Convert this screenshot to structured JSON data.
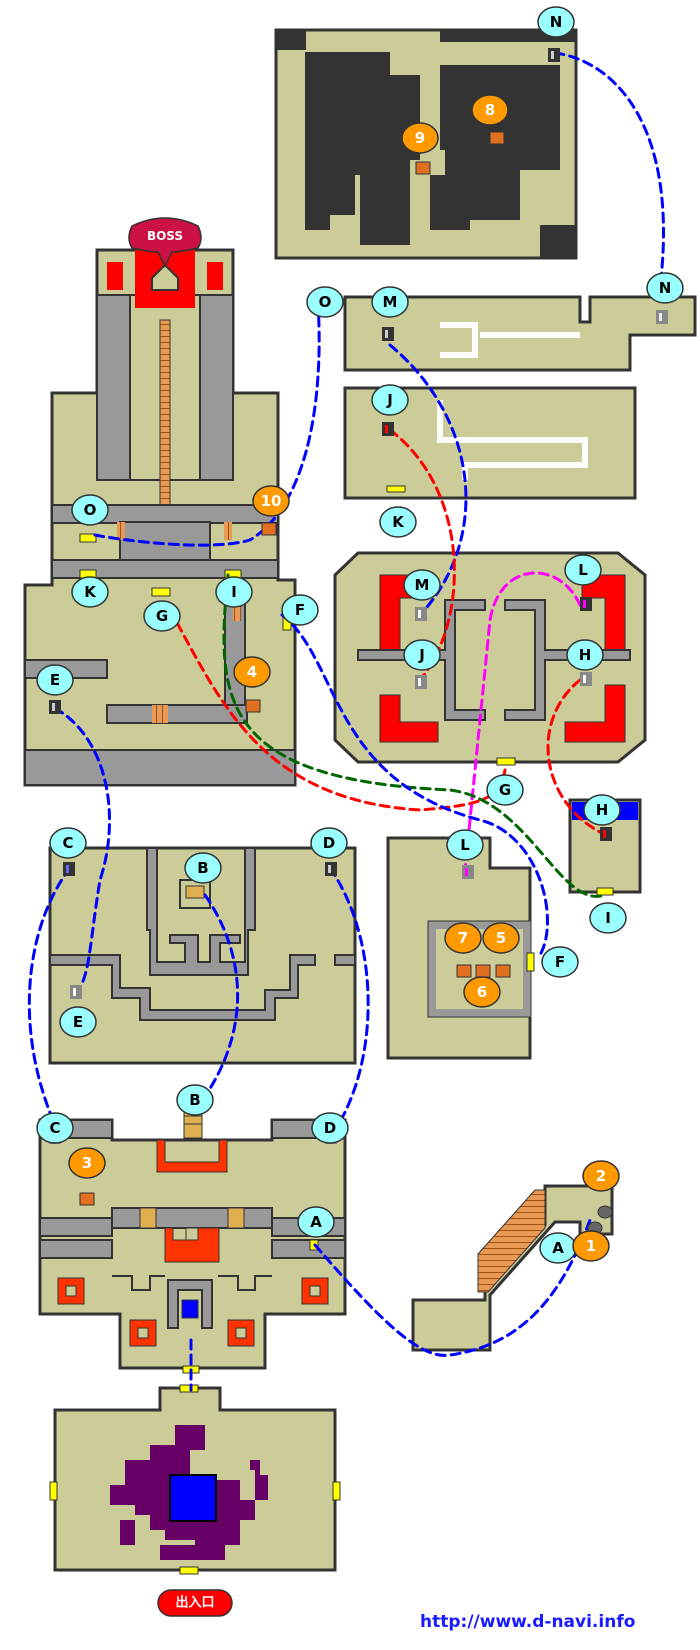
{
  "boss_label": "BOSS",
  "exit_label": "出入口",
  "url": "http://www.d-navi.info",
  "colors": {
    "floor": "#cccc99",
    "wall": "#999999",
    "outline": "#333333",
    "dark": "#333333",
    "red": "#ff0000",
    "marker_cyan": "#99ffff",
    "marker_orange": "#ff9900",
    "purple": "#660066",
    "blue": "#0000ff",
    "path_blue": "#0000ff",
    "path_red": "#ff0000",
    "path_green": "#006600",
    "path_magenta": "#ff00ff"
  },
  "markers": [
    {
      "label": "N"
    },
    {
      "label": "N"
    },
    {
      "label": "O"
    },
    {
      "label": "M"
    },
    {
      "label": "J"
    },
    {
      "label": "K"
    },
    {
      "label": "O"
    },
    {
      "label": "K"
    },
    {
      "label": "G"
    },
    {
      "label": "I"
    },
    {
      "label": "F"
    },
    {
      "label": "E"
    },
    {
      "label": "M"
    },
    {
      "label": "L"
    },
    {
      "label": "J"
    },
    {
      "label": "H"
    },
    {
      "label": "G"
    },
    {
      "label": "H"
    },
    {
      "label": "I"
    },
    {
      "label": "C"
    },
    {
      "label": "B"
    },
    {
      "label": "D"
    },
    {
      "label": "E"
    },
    {
      "label": "L"
    },
    {
      "label": "F"
    },
    {
      "label": "C"
    },
    {
      "label": "B"
    },
    {
      "label": "D"
    },
    {
      "label": "A"
    },
    {
      "label": "A"
    }
  ],
  "items": [
    {
      "label": "8"
    },
    {
      "label": "9"
    },
    {
      "label": "10"
    },
    {
      "label": "4"
    },
    {
      "label": "7"
    },
    {
      "label": "5"
    },
    {
      "label": "6"
    },
    {
      "label": "3"
    },
    {
      "label": "2"
    },
    {
      "label": "1"
    }
  ]
}
